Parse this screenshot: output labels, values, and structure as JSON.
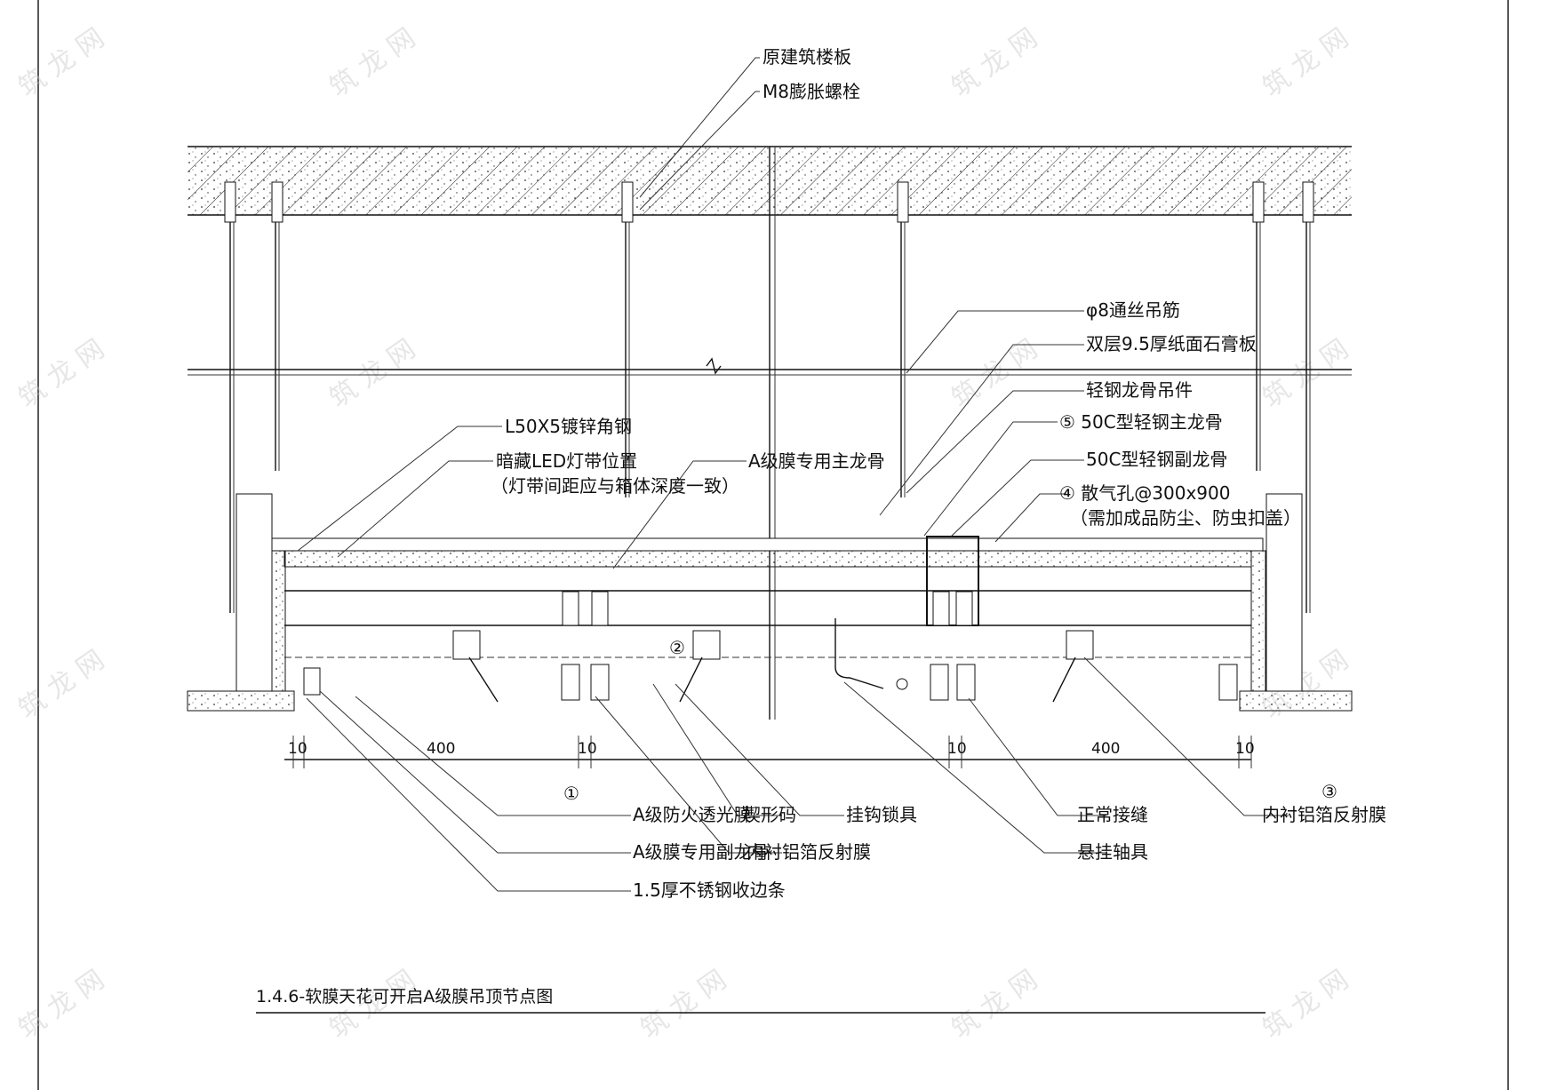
{
  "title": "1.4.6-软膜天花可开启A级膜吊顶节点图",
  "labels": {
    "slab": "原建筑楼板",
    "bolt": "M8膨胀螺栓",
    "rod": "φ8通丝吊筋",
    "gypsum": "双层9.5厚纸面石膏板",
    "hanger": "轻钢龙骨吊件",
    "main_keel": "⑤ 50C型轻钢主龙骨",
    "sub_keel": "50C型轻钢副龙骨",
    "vent": "④ 散气孔@300x900",
    "vent_note": "（需加成品防尘、防虫扣盖）",
    "angle": "L50X5镀锌角钢",
    "led": "暗藏LED灯带位置",
    "led_note": "（灯带间距应与箱体深度一致）",
    "film_main_keel": "A级膜专用主龙骨",
    "fire_film": "A级防火透光膜",
    "film_sub_keel": "A级膜专用副龙骨",
    "steel_strip": "1.5厚不锈钢收边条",
    "wedge": "楔形码",
    "hook_lock": "挂钩锁具",
    "reflect_film": "内衬铝箔反射膜",
    "joint": "正常接缝",
    "axis": "悬挂轴具",
    "reflect_film_right": "内衬铝箔反射膜"
  },
  "markers": {
    "m1": "①",
    "m2": "②",
    "m3": "③"
  },
  "dimensions": {
    "left_10a": "10",
    "left_400": "400",
    "left_10b": "10",
    "right_10a": "10",
    "right_400": "400",
    "right_10b": "10"
  }
}
